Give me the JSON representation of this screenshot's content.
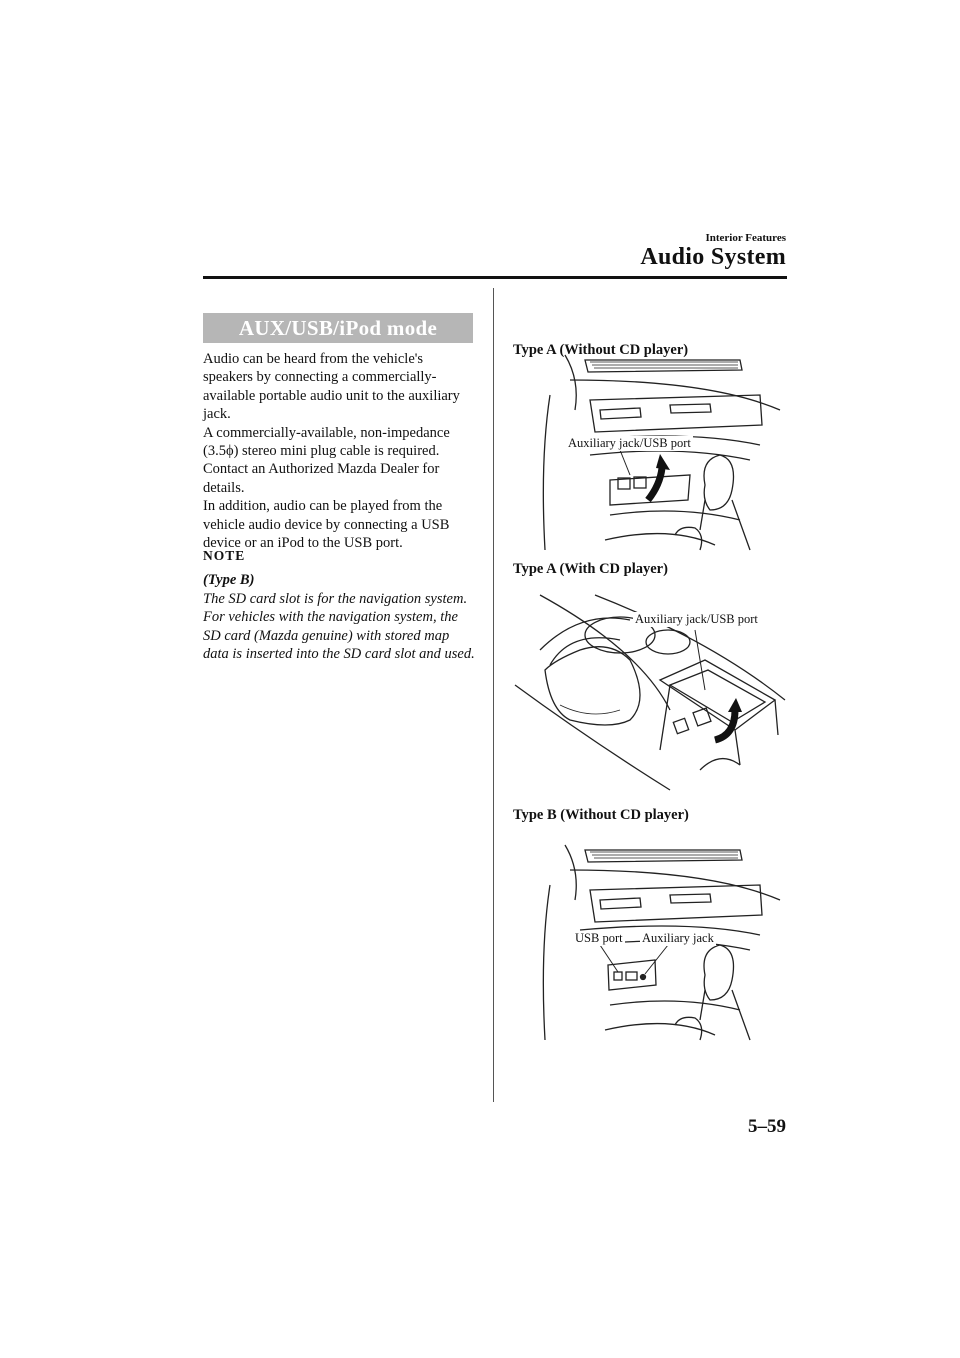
{
  "header": {
    "section": "Interior Features",
    "title": "Audio System"
  },
  "mode_heading": "AUX/USB/iPod mode",
  "body": {
    "p1": "Audio can be heard from the vehicle's speakers by connecting a commercially-available portable audio unit to the auxiliary jack.",
    "p2": "A commercially-available, non-impedance (3.5ϕ) stereo mini plug cable is required.",
    "p3": "Contact an Authorized Mazda Dealer for details.",
    "p4": "In addition, audio can be played from the vehicle audio device by connecting a USB device or an iPod to the USB port."
  },
  "note": {
    "label": "NOTE",
    "type": "(Type B)",
    "text": "The SD card slot is for the navigation system. For vehicles with the navigation system, the SD card (Mazda genuine) with stored map data is inserted into the SD card slot and used."
  },
  "figures": [
    {
      "title": "Type A (Without CD player)",
      "label": "Auxiliary jack/USB port"
    },
    {
      "title": "Type A (With CD player)",
      "label": "Auxiliary jack/USB port"
    },
    {
      "title": "Type B (Without CD player)",
      "labels": [
        "USB port",
        "Auxiliary jack"
      ]
    }
  ],
  "page_number": "5–59"
}
